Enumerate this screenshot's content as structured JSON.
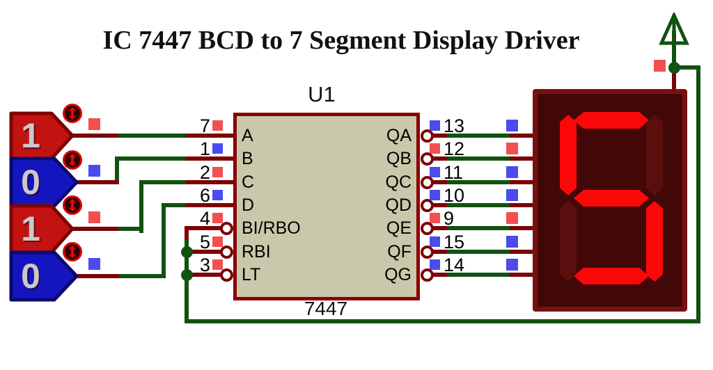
{
  "title": "IC 7447 BCD to 7 Segment Display Driver",
  "ic": {
    "designator": "U1",
    "part_number": "7447",
    "left_pins": [
      {
        "num": "7",
        "label": "A",
        "state": "1"
      },
      {
        "num": "1",
        "label": "B",
        "state": "0"
      },
      {
        "num": "2",
        "label": "C",
        "state": "1"
      },
      {
        "num": "6",
        "label": "D",
        "state": "0"
      },
      {
        "num": "4",
        "label": "BI/RBO",
        "state": "1"
      },
      {
        "num": "5",
        "label": "RBI",
        "state": "1"
      },
      {
        "num": "3",
        "label": "LT",
        "state": "1"
      }
    ],
    "right_pins": [
      {
        "num": "13",
        "label": "QA",
        "state": "0"
      },
      {
        "num": "12",
        "label": "QB",
        "state": "1"
      },
      {
        "num": "11",
        "label": "QC",
        "state": "0"
      },
      {
        "num": "10",
        "label": "QD",
        "state": "0"
      },
      {
        "num": "9",
        "label": "QE",
        "state": "1"
      },
      {
        "num": "15",
        "label": "QF",
        "state": "0"
      },
      {
        "num": "14",
        "label": "QG",
        "state": "0"
      }
    ]
  },
  "inputs": [
    {
      "value": "1",
      "state": "1"
    },
    {
      "value": "0",
      "state": "0"
    },
    {
      "value": "1",
      "state": "1"
    },
    {
      "value": "0",
      "state": "0"
    }
  ],
  "display": {
    "digit": "5",
    "segments": {
      "A": "1",
      "B": "0",
      "C": "1",
      "D": "1",
      "E": "0",
      "F": "1",
      "G": "1"
    }
  },
  "power": {
    "state": "1"
  },
  "colors": {
    "wire_red": "#7c0404",
    "wire_green": "#11520f",
    "state_high": "#f25050",
    "state_low": "#4b4bee",
    "segment_on": "#fb0808",
    "segment_off": "#5a0e0e",
    "ic_fill": "#c9c8aa",
    "ic_border": "#8b0000"
  }
}
